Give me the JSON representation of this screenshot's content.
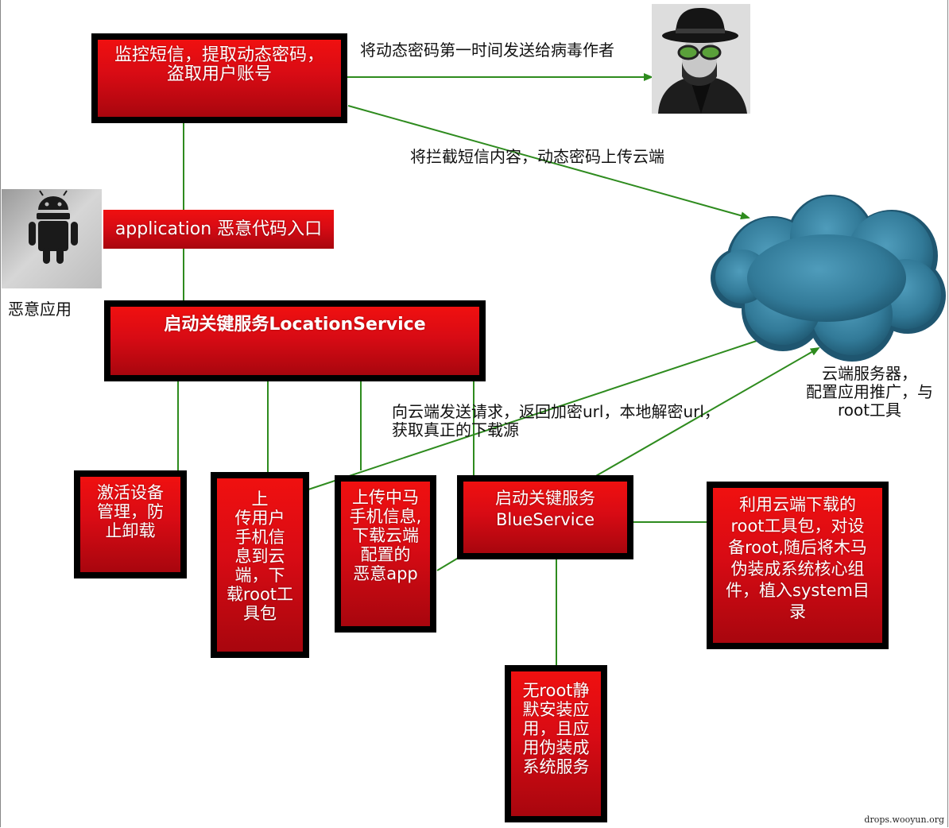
{
  "nodes": {
    "monitor_sms": "监控短信，提取动态密码，\n盗取用户账号",
    "application_entry": "application 恶意代码入口",
    "location_service": "启动关键服务LocationService",
    "activate_device": "激活设备\n管理，防\n止卸载",
    "upload_info": "上\n传用户\n手机信\n息到云\n端，下\n载root工\n具包",
    "upload_trojan": "上传中马\n手机信息,\n下载云端\n配置的\n恶意app",
    "blue_service": "启动关键服务\nBlueService",
    "root_tool": "利用云端下载的\nroot工具包，对设\n备root,随后将木马\n伪装成系统核心组\n件，植入system目\n录",
    "silent_install": "无root静\n默安装应\n用，且应\n用伪装成\n系统服务"
  },
  "labels": {
    "send_password": "将动态密码第一时间发送给病毒作者",
    "upload_sms": "将拦截短信内容，动态密码上传云端",
    "malicious_app": "恶意应用",
    "request_cloud": "向云端发送请求，返回加密url，本地解密url，\n获取真正的下载源",
    "cloud_server": "云端服务器，\n配置应用推广，与\nroot工具"
  },
  "icons": [
    "android-icon",
    "hacker-icon",
    "cloud-icon"
  ],
  "watermark": "drops.wooyun.org",
  "colors": {
    "box_red": "#e00e14",
    "edge_green": "#2e8b1e",
    "cloud_blue": "#3d86a4"
  }
}
